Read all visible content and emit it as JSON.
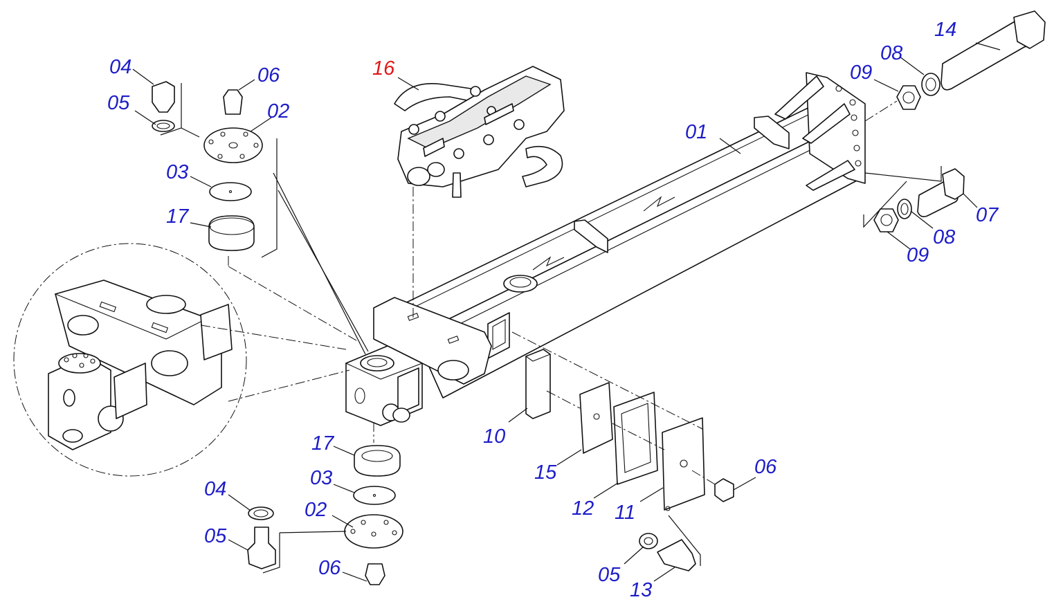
{
  "labels": {
    "l01": "01",
    "l02a": "02",
    "l02b": "02",
    "l03a": "03",
    "l03b": "03",
    "l04a": "04",
    "l04b": "04",
    "l05a": "05",
    "l05b": "05",
    "l05c": "05",
    "l06a": "06",
    "l06b": "06",
    "l06c": "06",
    "l07": "07",
    "l08a": "08",
    "l08b": "08",
    "l09a": "09",
    "l09b": "09",
    "l10": "10",
    "l11": "11",
    "l12": "12",
    "l13": "13",
    "l14": "14",
    "l15": "15",
    "l16": "16",
    "l17a": "17",
    "l17b": "17"
  },
  "colors": {
    "label": "#1d1dc8",
    "highlight_label": "#e01818",
    "line": "#111111"
  },
  "highlighted_part": "16"
}
